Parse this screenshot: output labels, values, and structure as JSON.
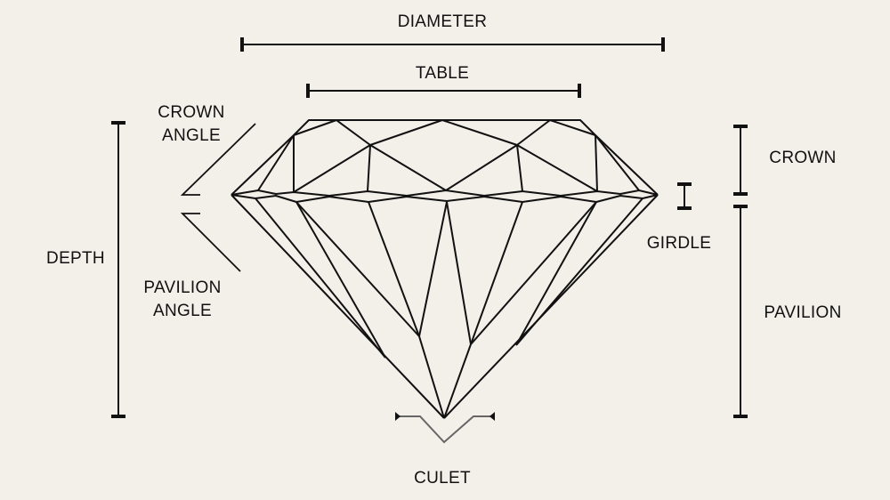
{
  "labels": {
    "diameter": "DIAMETER",
    "table": "TABLE",
    "crown_angle_1": "CROWN",
    "crown_angle_2": "ANGLE",
    "depth": "DEPTH",
    "pavilion_angle_1": "PAVILION",
    "pavilion_angle_2": "ANGLE",
    "crown": "CROWN",
    "girdle": "GIRDLE",
    "pavilion": "PAVILION",
    "culet": "CULET"
  },
  "colors": {
    "background": "#f3f0ea",
    "line": "#111111",
    "culet_marker": "#666666"
  }
}
